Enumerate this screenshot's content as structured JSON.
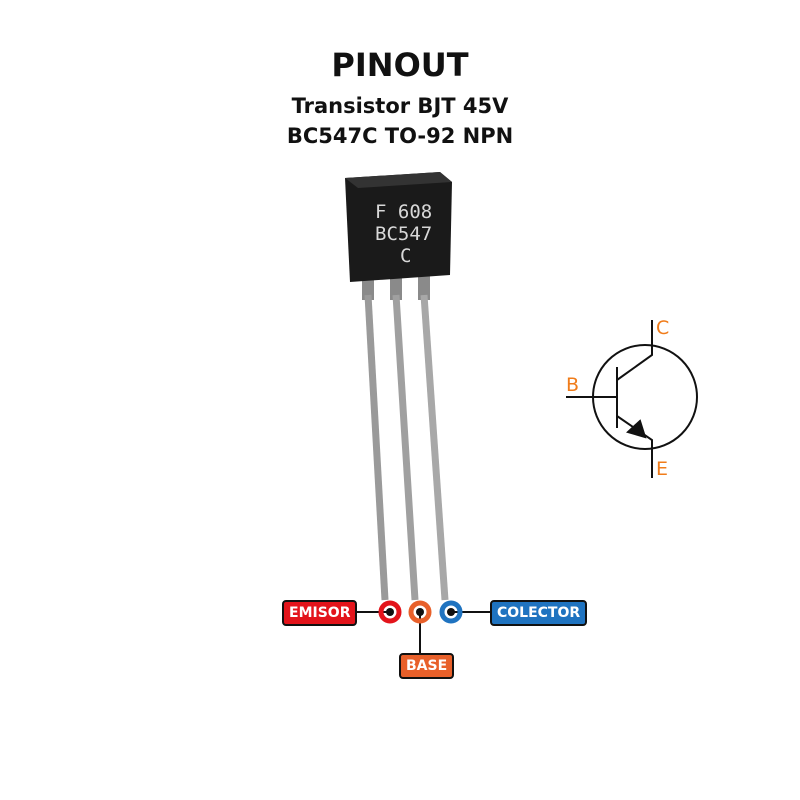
{
  "header": {
    "title": "PINOUT",
    "subtitle_line1": "Transistor BJT 45V",
    "subtitle_line2": "BC547C TO-92 NPN"
  },
  "component": {
    "marking_line1": "F 608",
    "marking_line2": "BC547",
    "marking_line3": "C"
  },
  "symbol": {
    "collector": "C",
    "base": "B",
    "emitter": "E"
  },
  "pins": [
    {
      "label": "EMISOR",
      "color": "#e3141b"
    },
    {
      "label": "BASE",
      "color": "#e8602a"
    },
    {
      "label": "COLECTOR",
      "color": "#1f73c0"
    }
  ]
}
